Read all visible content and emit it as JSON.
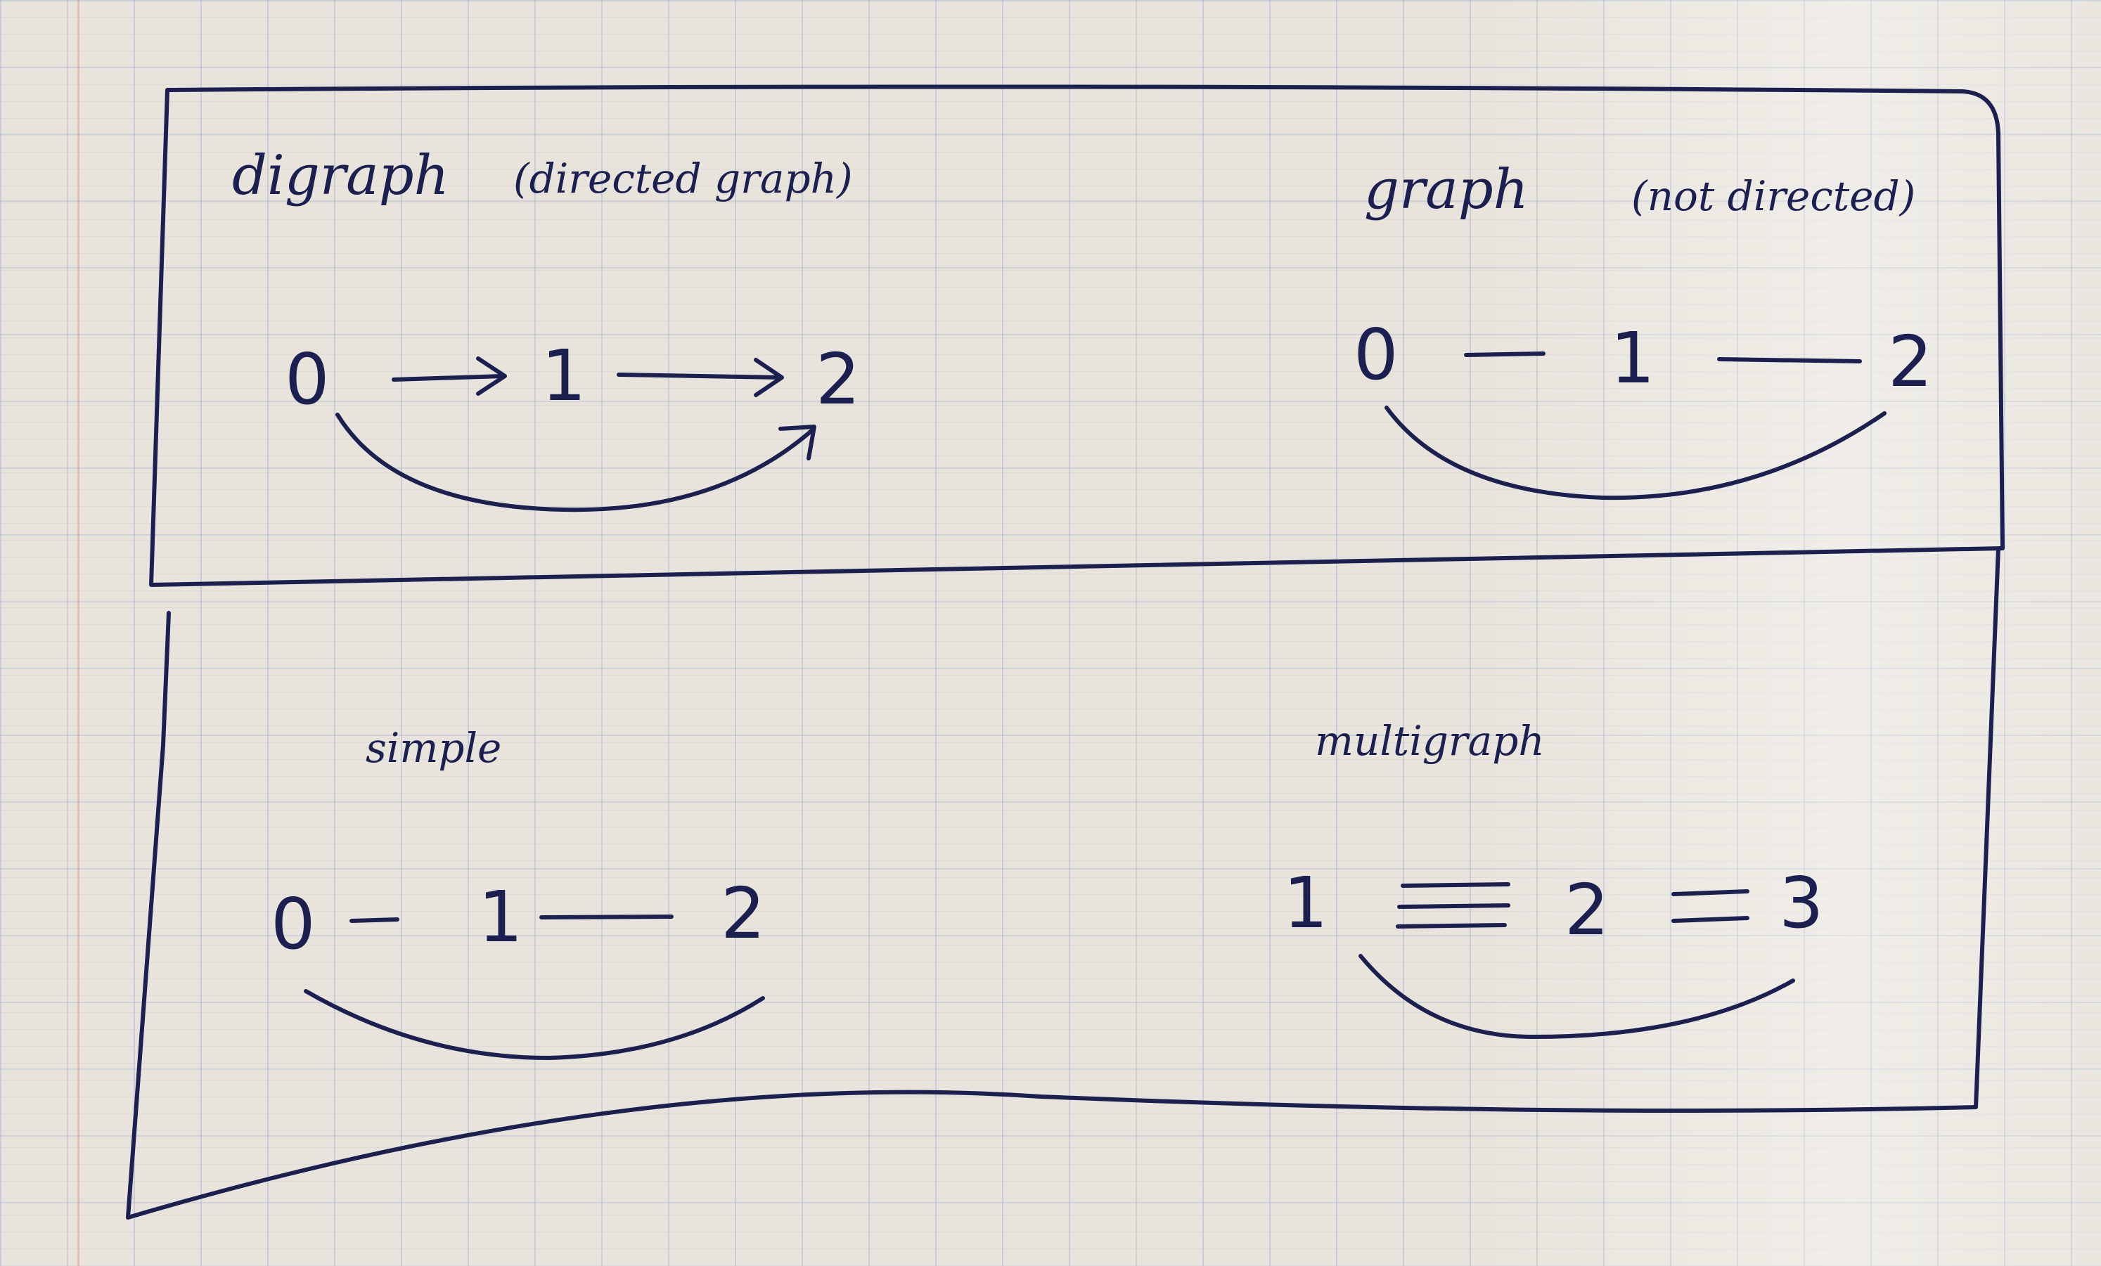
{
  "panels": {
    "digraph": {
      "title": "digraph",
      "subtitle": "(directed graph)",
      "nodes": [
        "0",
        "1",
        "2"
      ]
    },
    "graph": {
      "title": "graph",
      "subtitle": "(not directed)",
      "nodes": [
        "0",
        "1",
        "2"
      ]
    },
    "simple": {
      "title": "simple",
      "nodes": [
        "0",
        "1",
        "2"
      ]
    },
    "multigraph": {
      "title": "multigraph",
      "nodes": [
        "1",
        "2",
        "3"
      ]
    }
  },
  "ink_color": "#1c2050"
}
